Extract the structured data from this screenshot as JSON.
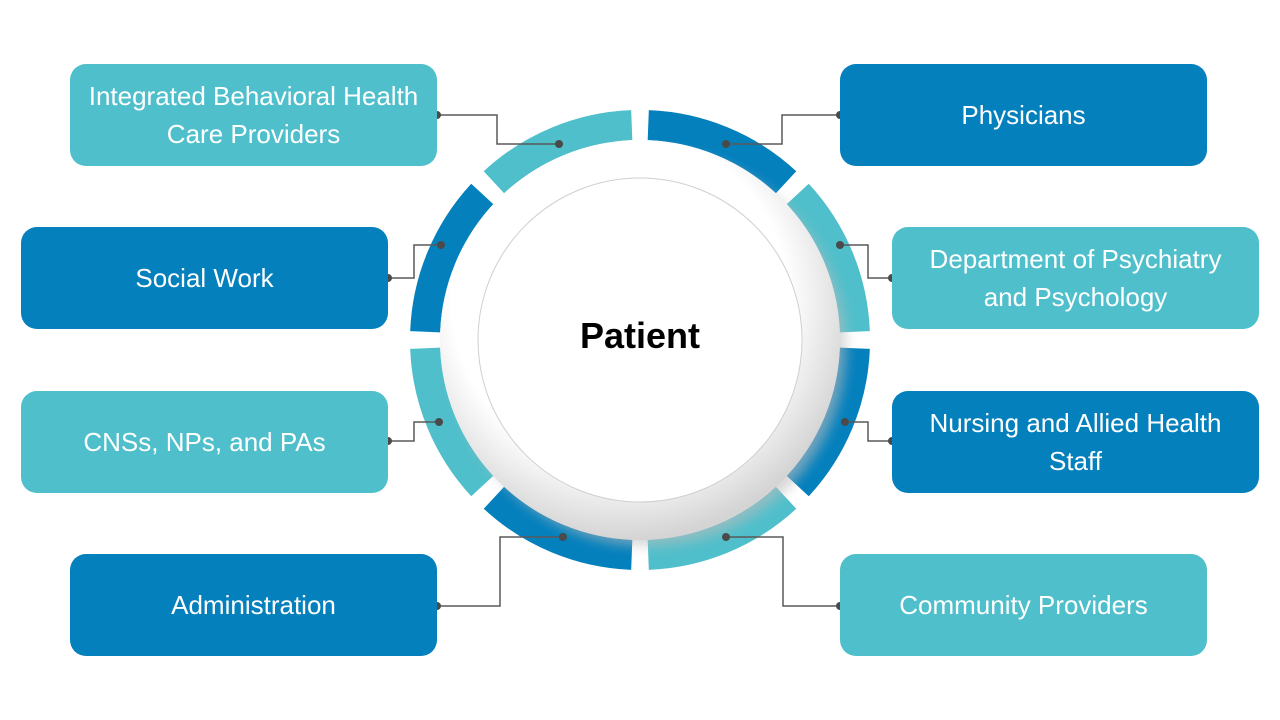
{
  "center": {
    "label": "Patient"
  },
  "colors": {
    "dark": "#0480BD",
    "light": "#4FBFCB",
    "connector": "#595959"
  },
  "nodes": [
    {
      "id": "physicians",
      "label": "Physicians",
      "tone": "dark"
    },
    {
      "id": "department-of-psychiatry",
      "label": "Department of Psychiatry and Psychology",
      "tone": "light"
    },
    {
      "id": "nursing-and-allied",
      "label": "Nursing and Allied Health Staff",
      "tone": "dark"
    },
    {
      "id": "community-providers",
      "label": "Community Providers",
      "tone": "light"
    },
    {
      "id": "administration",
      "label": "Administration",
      "tone": "dark"
    },
    {
      "id": "cnss-nps-pas",
      "label": "CNSs, NPs, and PAs",
      "tone": "light"
    },
    {
      "id": "social-work",
      "label": "Social Work",
      "tone": "dark"
    },
    {
      "id": "integrated-behavioral",
      "label": "Integrated Behavioral Health Care Providers",
      "tone": "light"
    }
  ]
}
